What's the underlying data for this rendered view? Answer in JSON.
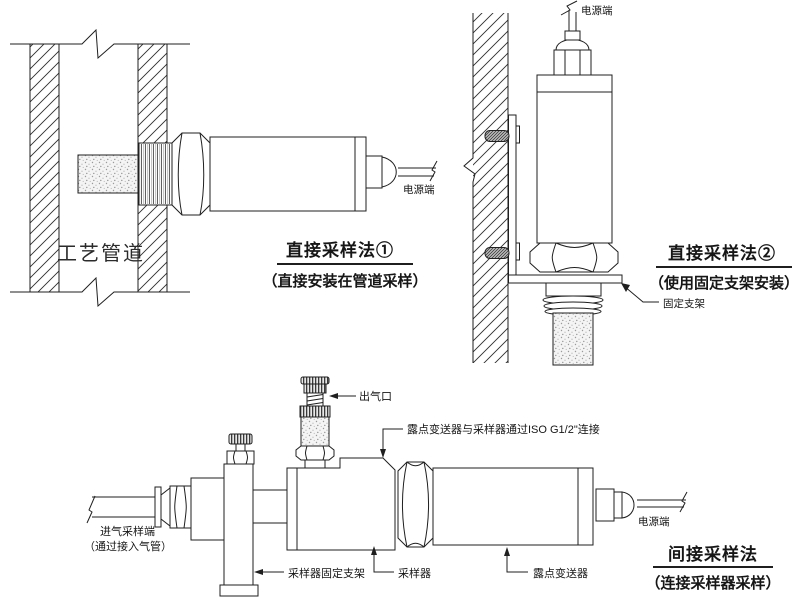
{
  "page": {
    "background": "#ffffff",
    "line_color": "#1f1f1f"
  },
  "diagram1": {
    "pipe_label": "工艺管道",
    "power_label": "电源端",
    "title": "直接采样法①",
    "subtitle": "（直接安装在管道采样）"
  },
  "diagram2": {
    "power_label": "电源端",
    "bracket_label": "固定支架",
    "title": "直接采样法②",
    "subtitle": "（使用固定支架安装）"
  },
  "diagram3": {
    "outlet_label": "出气口",
    "connection_label": "露点变送器与采样器通过ISO G1/2\"连接",
    "inlet_label_line1": "进气采样端",
    "inlet_label_line2": "（通过接入气管）",
    "sampler_bracket_label": "采样器固定支架",
    "sampler_label": "采样器",
    "transmitter_label": "露点变送器",
    "power_label": "电源端",
    "title": "间接采样法",
    "subtitle": "（连接采样器采样）"
  }
}
